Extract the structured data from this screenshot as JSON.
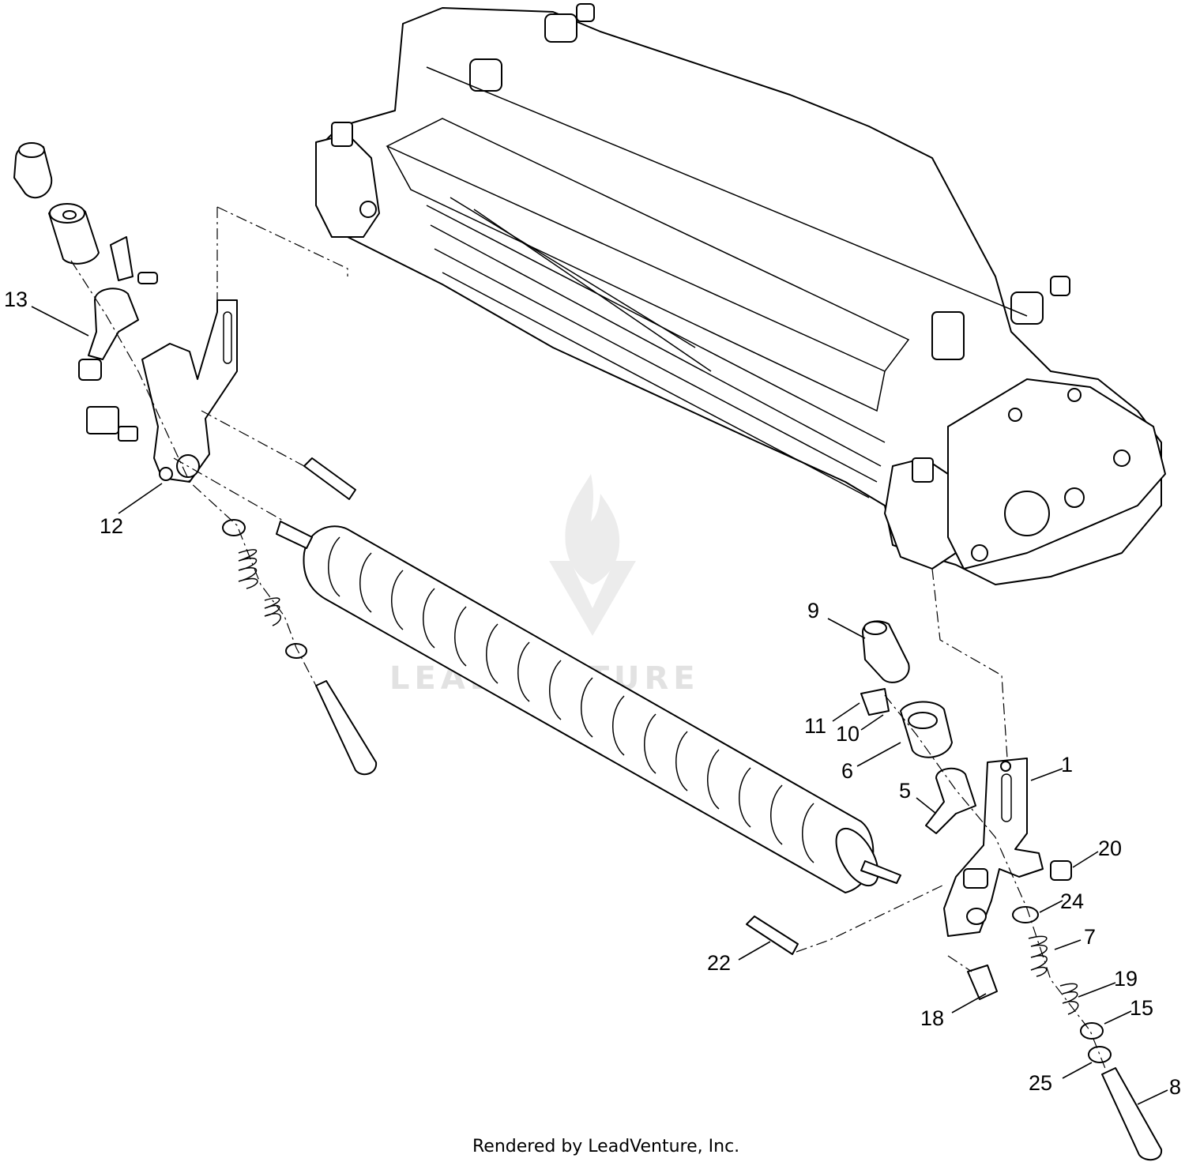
{
  "callouts": [
    {
      "id": "13",
      "label": "13"
    },
    {
      "id": "12",
      "label": "12"
    },
    {
      "id": "9",
      "label": "9"
    },
    {
      "id": "11",
      "label": "11"
    },
    {
      "id": "10",
      "label": "10"
    },
    {
      "id": "6",
      "label": "6"
    },
    {
      "id": "1",
      "label": "1"
    },
    {
      "id": "5",
      "label": "5"
    },
    {
      "id": "20",
      "label": "20"
    },
    {
      "id": "24",
      "label": "24"
    },
    {
      "id": "7",
      "label": "7"
    },
    {
      "id": "22",
      "label": "22"
    },
    {
      "id": "19",
      "label": "19"
    },
    {
      "id": "15",
      "label": "15"
    },
    {
      "id": "18",
      "label": "18"
    },
    {
      "id": "25",
      "label": "25"
    },
    {
      "id": "8",
      "label": "8"
    }
  ],
  "footer": "Rendered by LeadVenture, Inc.",
  "watermark": "LEADVENTURE",
  "colors": {
    "line": "#000000",
    "background": "#ffffff",
    "watermark": "#e2e2e2"
  }
}
